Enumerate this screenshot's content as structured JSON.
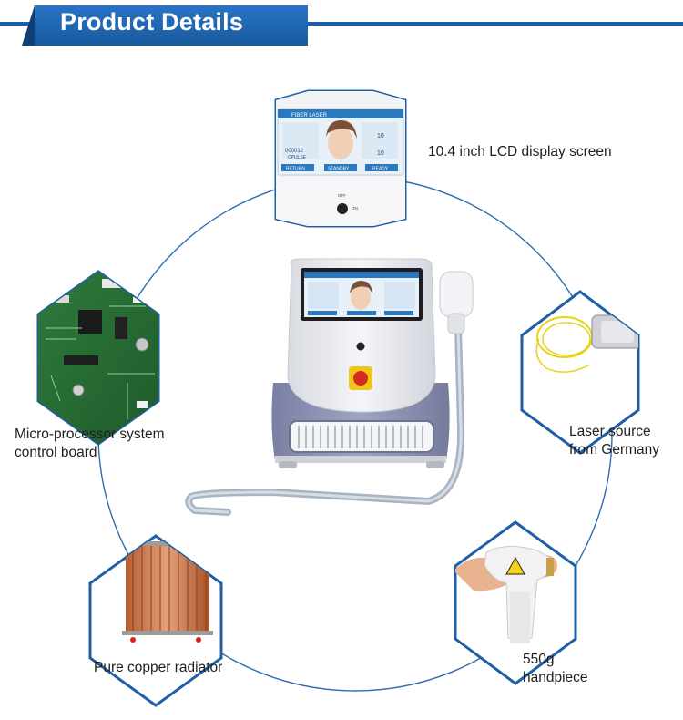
{
  "header": {
    "title": "Product Details"
  },
  "features": {
    "lcd": {
      "label": "10.4 inch LCD display screen"
    },
    "board": {
      "line1": "Micro-processor system",
      "line2": "control board"
    },
    "laser": {
      "line1": "Laser source",
      "line2": "from Germany"
    },
    "radiator": {
      "label": "Pure copper radiator"
    },
    "handpiece": {
      "line1": "550g",
      "line2": "handpiece"
    }
  },
  "screen": {
    "title": "FIBER LASER",
    "left_value": "000012",
    "left_sub": "CPULSE",
    "right_value_1": "10",
    "right_value_2": "10",
    "btn_return": "RETURN",
    "btn_standby": "STANDBY",
    "btn_ready": "READY"
  },
  "switch": {
    "off": "OFF",
    "on": "ON"
  },
  "colors": {
    "brand_blue": "#1b5ea9",
    "hex_border": "#1f5fa6",
    "circle_line": "#2f6db2",
    "device_body": "#e9ebf0",
    "device_accent": "#8f93b2",
    "copper": "#c9774a"
  }
}
